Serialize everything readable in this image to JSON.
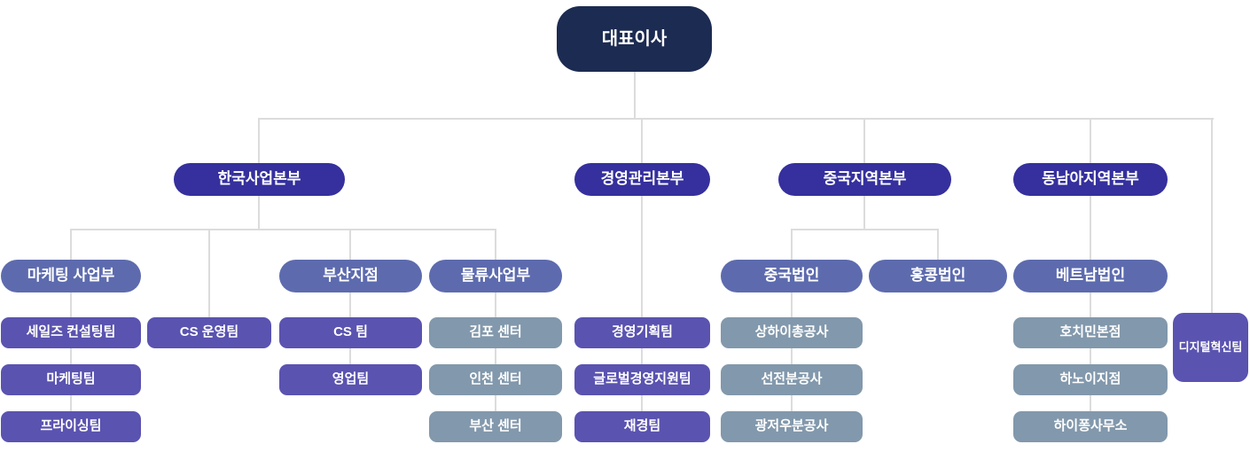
{
  "org_chart": {
    "root": {
      "label": "대표이사"
    },
    "branches": [
      {
        "label": "한국사업본부",
        "children": [
          {
            "label": "마케팅 사업부",
            "children": [
              {
                "label": "세일즈 컨설팅팀"
              },
              {
                "label": "마케팅팀"
              },
              {
                "label": "프라이싱팀"
              }
            ]
          },
          {
            "label": "CS 운영팀"
          },
          {
            "label": "부산지점",
            "children": [
              {
                "label": "CS 팀"
              },
              {
                "label": "영업팀"
              }
            ]
          },
          {
            "label": "물류사업부",
            "children": [
              {
                "label": "김포 센터"
              },
              {
                "label": "인천 센터"
              },
              {
                "label": "부산 센터"
              }
            ]
          }
        ]
      },
      {
        "label": "경영관리본부",
        "children": [
          {
            "label": "경영기획팀"
          },
          {
            "label": "글로벌경영지원팀"
          },
          {
            "label": "재경팀"
          }
        ]
      },
      {
        "label": "중국지역본부",
        "children": [
          {
            "label": "중국법인",
            "children": [
              {
                "label": "상하이총공사"
              },
              {
                "label": "선전분공사"
              },
              {
                "label": "광저우분공사"
              }
            ]
          },
          {
            "label": "홍콩법인"
          }
        ]
      },
      {
        "label": "동남아지역본부",
        "children": [
          {
            "label": "베트남법인",
            "children": [
              {
                "label": "호치민본점"
              },
              {
                "label": "하노이지점"
              },
              {
                "label": "하이퐁사무소"
              }
            ]
          }
        ]
      },
      {
        "label": "디지털혁신팀"
      }
    ]
  },
  "colors": {
    "root": "#1c2b51",
    "hq": "#35309d",
    "division": "#5d6bae",
    "team": "#5a53b0",
    "site": "#8298ac",
    "connector": "#dcdcdc"
  }
}
